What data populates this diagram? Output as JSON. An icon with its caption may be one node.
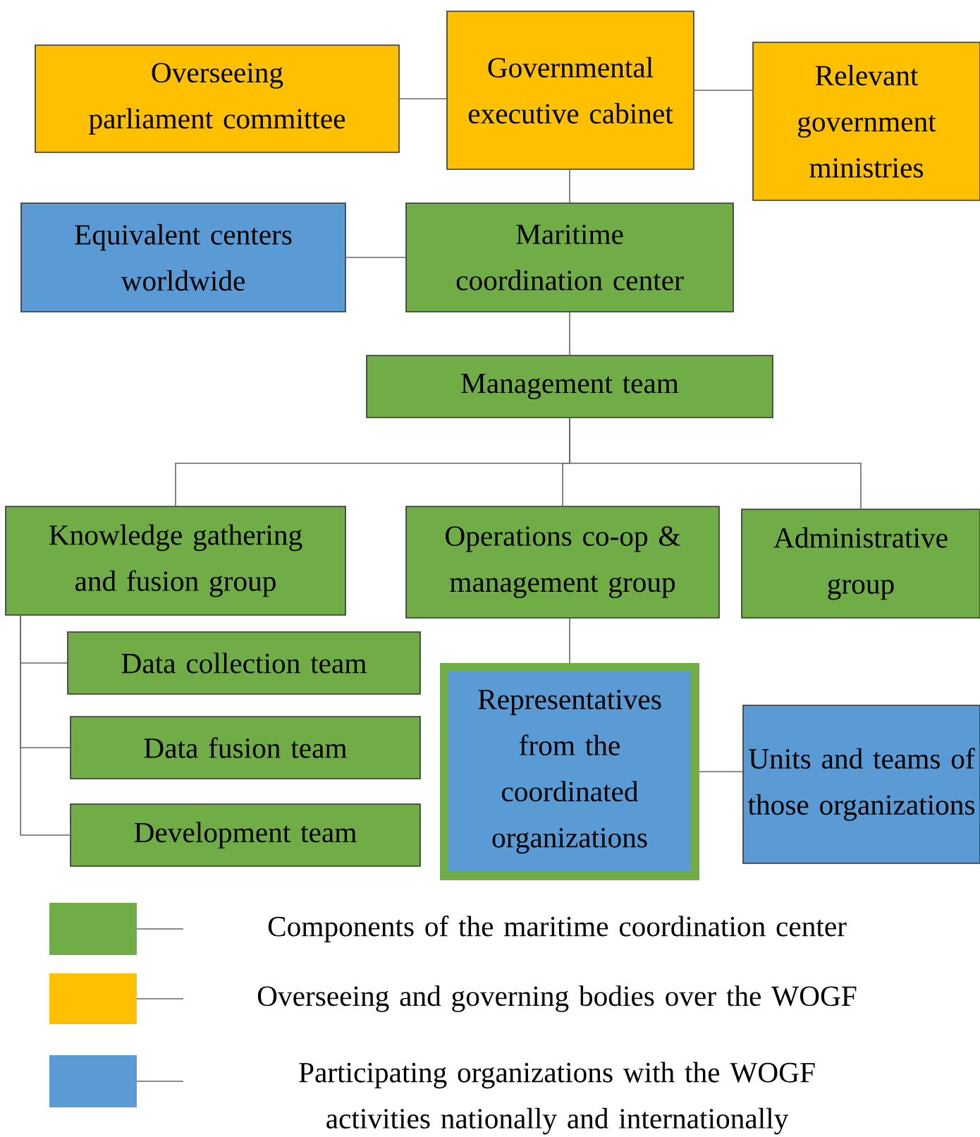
{
  "diagram": {
    "nodes": [
      {
        "text": [
          "Overseeing parliament committee"
        ]
      },
      {
        "text": [
          "Governmental executive cabinet"
        ]
      },
      {
        "text": [
          "Relevant government ministries"
        ]
      },
      {
        "text": [
          "Equivalent centers worldwide"
        ]
      },
      {
        "text": [
          "Maritime coordination center"
        ]
      },
      {
        "text": [
          "Management team"
        ]
      },
      {
        "text": [
          "Knowledge gathering and fusion group"
        ]
      },
      {
        "text": [
          "Operations co-op & management group"
        ]
      },
      {
        "text": [
          "Administrative group"
        ]
      },
      {
        "text": [
          "Data collection team"
        ]
      },
      {
        "text": [
          "Data fusion team"
        ]
      },
      {
        "text": [
          "Development team"
        ]
      },
      {
        "text": [
          "Representatives from the coordinated organizations"
        ]
      },
      {
        "text": [
          "Units and teams of those organizations"
        ]
      }
    ],
    "edges": [
      {
        "from": 0,
        "to": 1,
        "arrow": "none"
      },
      {
        "from": 1,
        "to": 2,
        "arrow": "none"
      },
      {
        "from": 1,
        "to": 4,
        "arrow": "none"
      },
      {
        "from": 3,
        "to": 4,
        "arrow": "none"
      },
      {
        "from": 4,
        "to": 5,
        "arrow": "none"
      },
      {
        "from": 5,
        "to": 6,
        "arrow": "none"
      },
      {
        "from": 5,
        "to": 7,
        "arrow": "none"
      },
      {
        "from": 5,
        "to": 8,
        "arrow": "none"
      },
      {
        "from": 6,
        "to": 9,
        "arrow": "none"
      },
      {
        "from": 6,
        "to": 10,
        "arrow": "none"
      },
      {
        "from": 6,
        "to": 11,
        "arrow": "none"
      },
      {
        "from": 7,
        "to": 12,
        "arrow": "none"
      },
      {
        "from": 12,
        "to": 13,
        "arrow": "none"
      }
    ],
    "legend": [
      {
        "text": "Components of the maritime coordination center",
        "color": "#70ad47"
      },
      {
        "text": "Overseeing and governing bodies over the WOGF",
        "color": "#ffc000"
      },
      {
        "text": "Participating organizations with the WOGF activities nationally and internationally",
        "color": "#5b9bd5"
      }
    ]
  }
}
